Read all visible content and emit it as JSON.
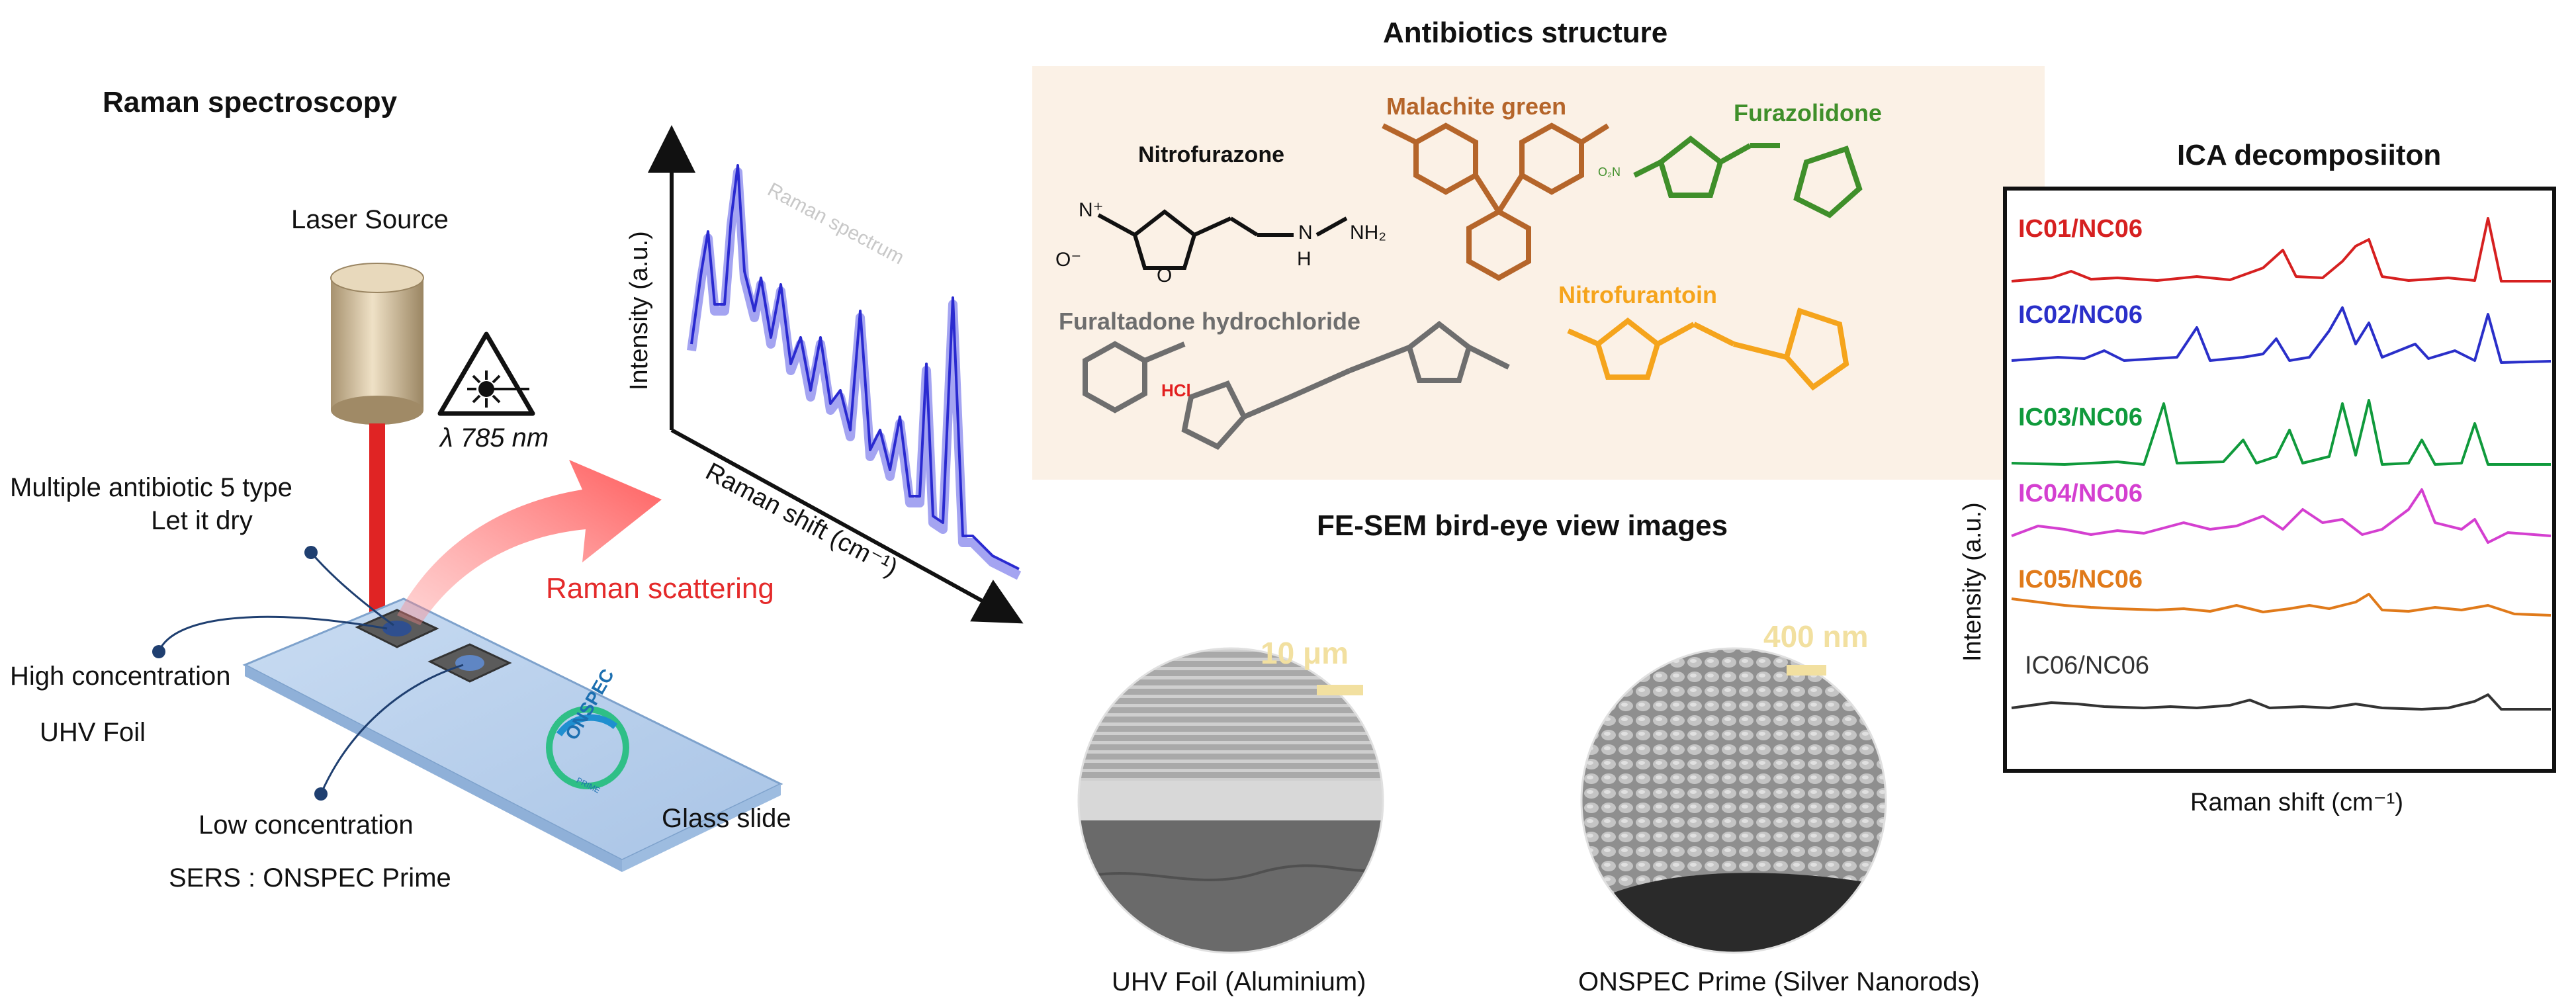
{
  "panels": {
    "raman": {
      "title": "Raman spectroscopy",
      "laser_source": "Laser Source",
      "wavelength": "λ 785 nm",
      "sample_line1": "Multiple antibiotic 5 type",
      "sample_line2": "Let it dry",
      "high_conc": "High concentration",
      "uhv_foil": "UHV Foil",
      "low_conc": "Low concentration",
      "sers": "SERS : ONSPEC Prime",
      "glass_slide": "Glass slide",
      "scattering": "Raman scattering",
      "logo_text": "ONSPEC",
      "logo_sub": "PRIME"
    },
    "spectrum": {
      "y_axis": "Intensity (a.u.)",
      "x_axis": "Raman shift (cm⁻¹)",
      "watermark": "Raman spectrum"
    },
    "structures": {
      "title": "Antibiotics structure",
      "compounds": [
        {
          "name": "Nitrofurazone",
          "color": "#111111"
        },
        {
          "name": "Malachite green",
          "color": "#b5652a"
        },
        {
          "name": "Furazolidone",
          "color": "#3f8f2a"
        },
        {
          "name": "Furaltadone hydrochloride",
          "color": "#6e6e6e"
        },
        {
          "name": "Nitrofurantoin",
          "color": "#f5a41c"
        }
      ],
      "hcl": "HCl",
      "atoms": {
        "nh2": "NH₂",
        "n": "N",
        "h": "H",
        "o": "O",
        "o_minus": "O⁻",
        "nplus": "N⁺",
        "o2n": "O₂N"
      }
    },
    "sem": {
      "title": "FE-SEM bird-eye view images",
      "left_scale": "10 μm",
      "right_scale": "400 nm",
      "left_caption": "UHV Foil (Aluminium)",
      "right_caption": "ONSPEC Prime (Silver Nanorods)"
    },
    "ica": {
      "title": "ICA decomposiiton",
      "y_axis": "Intensity (a.u.)",
      "x_axis": "Raman shift (cm⁻¹)",
      "components": [
        {
          "label": "IC01/NC06",
          "color": "#d62020"
        },
        {
          "label": "IC02/NC06",
          "color": "#2a2fc9"
        },
        {
          "label": "IC03/NC06",
          "color": "#109a3c"
        },
        {
          "label": "IC04/NC06",
          "color": "#d43fd0"
        },
        {
          "label": "IC05/NC06",
          "color": "#e07a1a"
        },
        {
          "label": "IC06/NC06",
          "color": "#333333"
        }
      ]
    }
  }
}
